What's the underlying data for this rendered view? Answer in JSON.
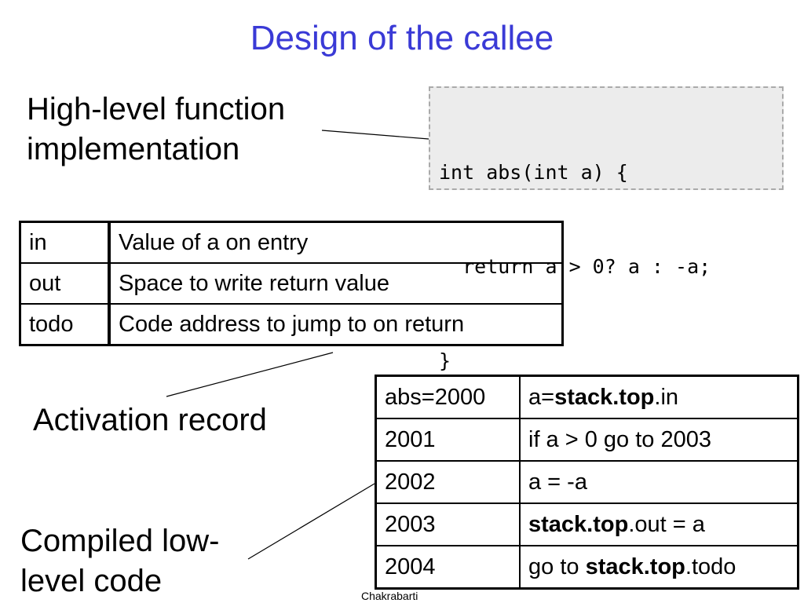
{
  "slide": {
    "title": "Design of the callee",
    "footer": "Chakrabarti"
  },
  "labels": {
    "high_level_line1": "High-level function",
    "high_level_line2": "implementation",
    "activation_record": "Activation record",
    "compiled_line1": "Compiled low-",
    "compiled_line2": "level code"
  },
  "code": {
    "lines": [
      "int abs(int a) {",
      "  return a > 0? a : -a;",
      "}"
    ]
  },
  "activation_table": {
    "rows": [
      {
        "key": "in",
        "value": "Value of a on entry"
      },
      {
        "key": "out",
        "value": "Space to write return value"
      },
      {
        "key": "todo",
        "value": "Code address to jump to on return"
      }
    ]
  },
  "compiled_table": {
    "rows": [
      {
        "addr": "abs=2000",
        "pre": "a=",
        "bold": "stack.top",
        "post": ".in"
      },
      {
        "addr": "2001",
        "pre": "if a > 0 go to 2003",
        "bold": "",
        "post": ""
      },
      {
        "addr": "2002",
        "pre": "a = -a",
        "bold": "",
        "post": ""
      },
      {
        "addr": "2003",
        "pre": "",
        "bold": "stack.top",
        "post": ".out = a"
      },
      {
        "addr": "2004",
        "pre": "go to ",
        "bold": "stack.top",
        "post": ".todo"
      }
    ]
  }
}
